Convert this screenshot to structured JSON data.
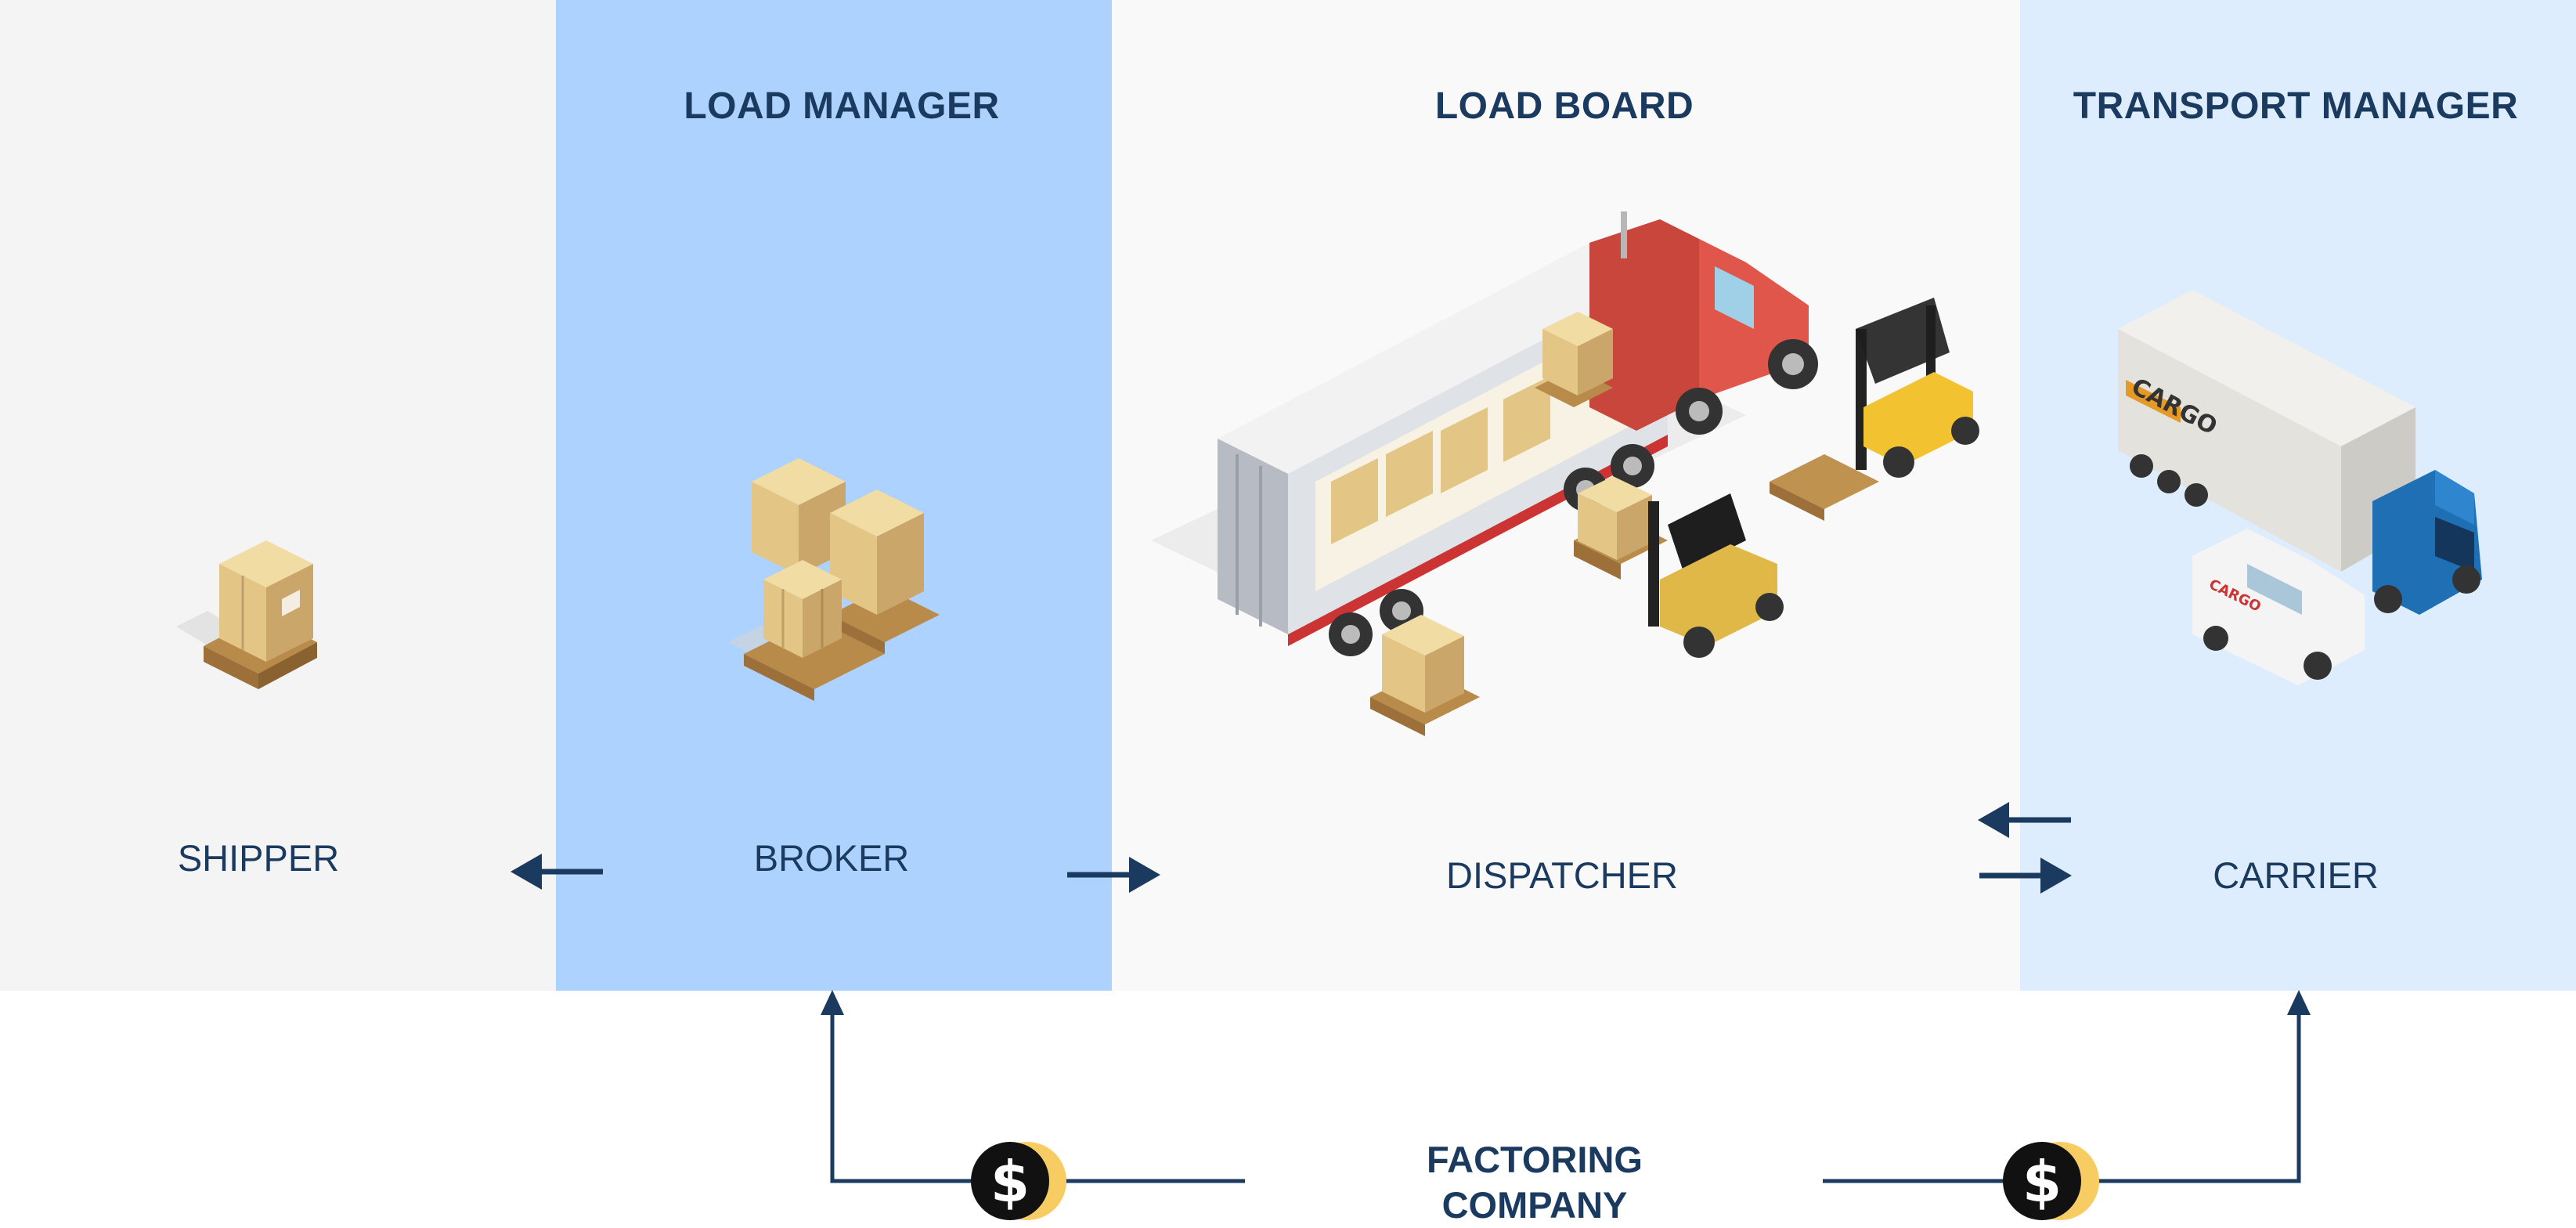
{
  "columns": {
    "shipper": {
      "role": "SHIPPER"
    },
    "broker": {
      "heading": "LOAD MANAGER",
      "role": "BROKER"
    },
    "dispatcher": {
      "heading": "LOAD BOARD",
      "role": "DISPATCHER"
    },
    "carrier": {
      "heading": "TRANSPORT MANAGER",
      "role": "CARRIER"
    }
  },
  "factoring": {
    "line1": "FACTORING",
    "line2": "COMPANY"
  },
  "icons": {
    "payment": "dollar-coin-icon",
    "flow": "arrow-icon"
  },
  "illustration_text": {
    "trailer_label": "CARGO",
    "van_label": "CARGO"
  },
  "colors": {
    "shipper_bg": "#f4f4f4",
    "broker_bg": "#acd2fd",
    "dispatcher_bg": "#f9f9f9",
    "carrier_bg": "#ddedfd",
    "text": "#1b3a5f",
    "arrow": "#1b3a5f",
    "coin": "#111111",
    "coin_accent": "#f6cc63"
  }
}
